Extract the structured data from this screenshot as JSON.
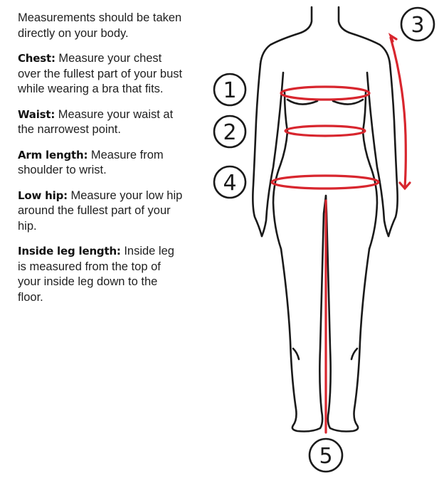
{
  "intro": "Measurements should be taken directly on your body.",
  "measurements": [
    {
      "term": "Chest:",
      "description": "Measure your chest over the fullest part of your bust while wearing a bra that fits."
    },
    {
      "term": "Waist:",
      "description": "Measure your waist at the narrowest point."
    },
    {
      "term": "Arm length:",
      "description": "Measure from shoulder to wrist."
    },
    {
      "term": "Low hip:",
      "description": "Measure your low hip around the fullest part of your hip."
    },
    {
      "term": "Inside leg length:",
      "description": "Inside leg is measured from the top of your inside leg down to the floor."
    }
  ],
  "figure": {
    "markers": [
      "1",
      "2",
      "3",
      "4",
      "5"
    ],
    "colors": {
      "outline": "#1a1a1a",
      "measure_line": "#d8262e"
    }
  }
}
